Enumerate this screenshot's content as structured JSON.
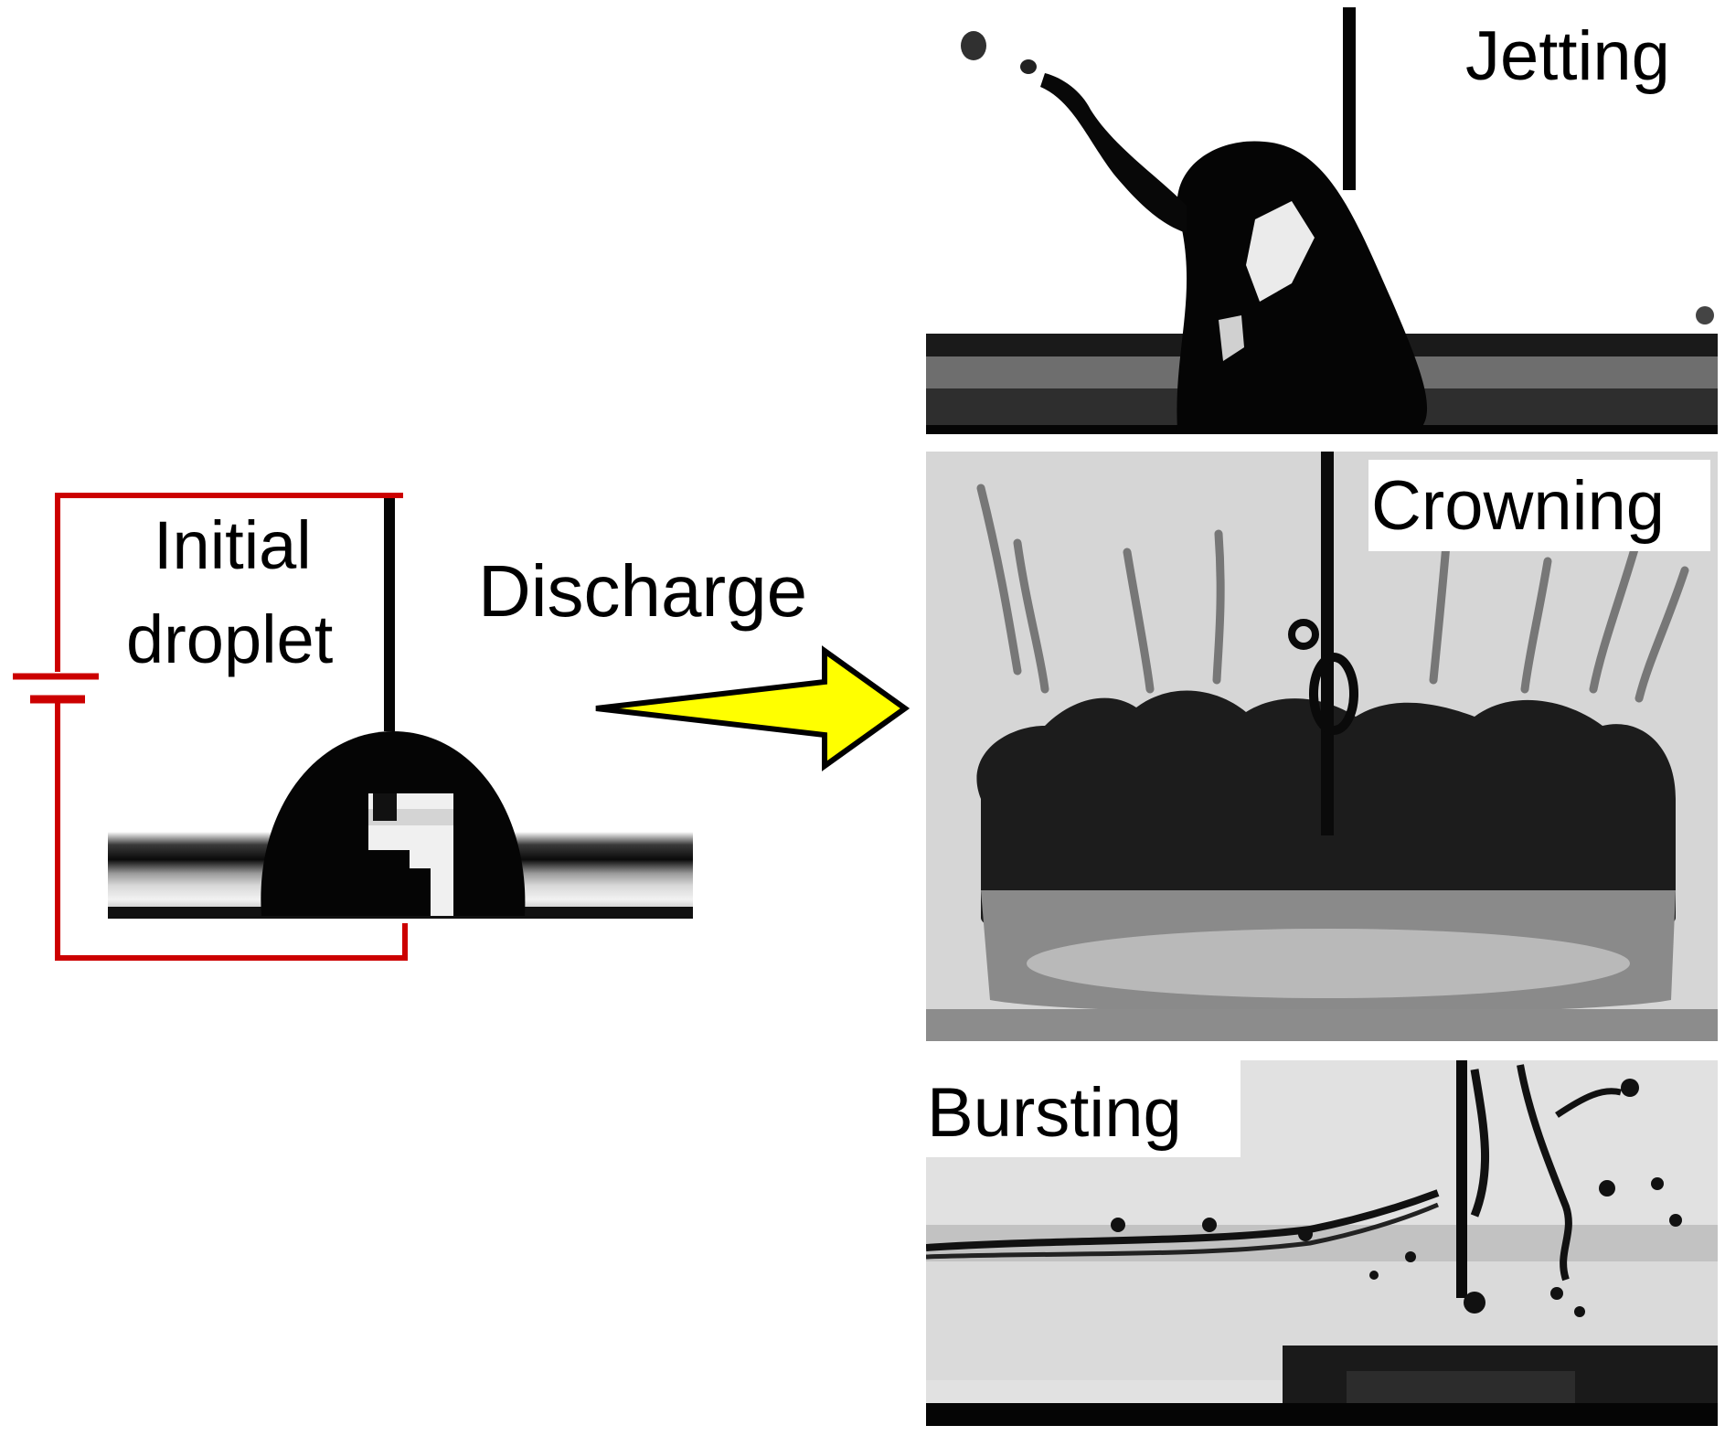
{
  "left": {
    "initial_label_line1": "Initial",
    "initial_label_line2": "droplet"
  },
  "arrow": {
    "label": "Discharge",
    "fill_color": "#ffff00"
  },
  "panels": {
    "jetting": {
      "label": "Jetting"
    },
    "crowning": {
      "label": "Crowning"
    },
    "bursting": {
      "label": "Bursting"
    }
  },
  "circuit": {
    "wire_color": "#cc0000"
  }
}
